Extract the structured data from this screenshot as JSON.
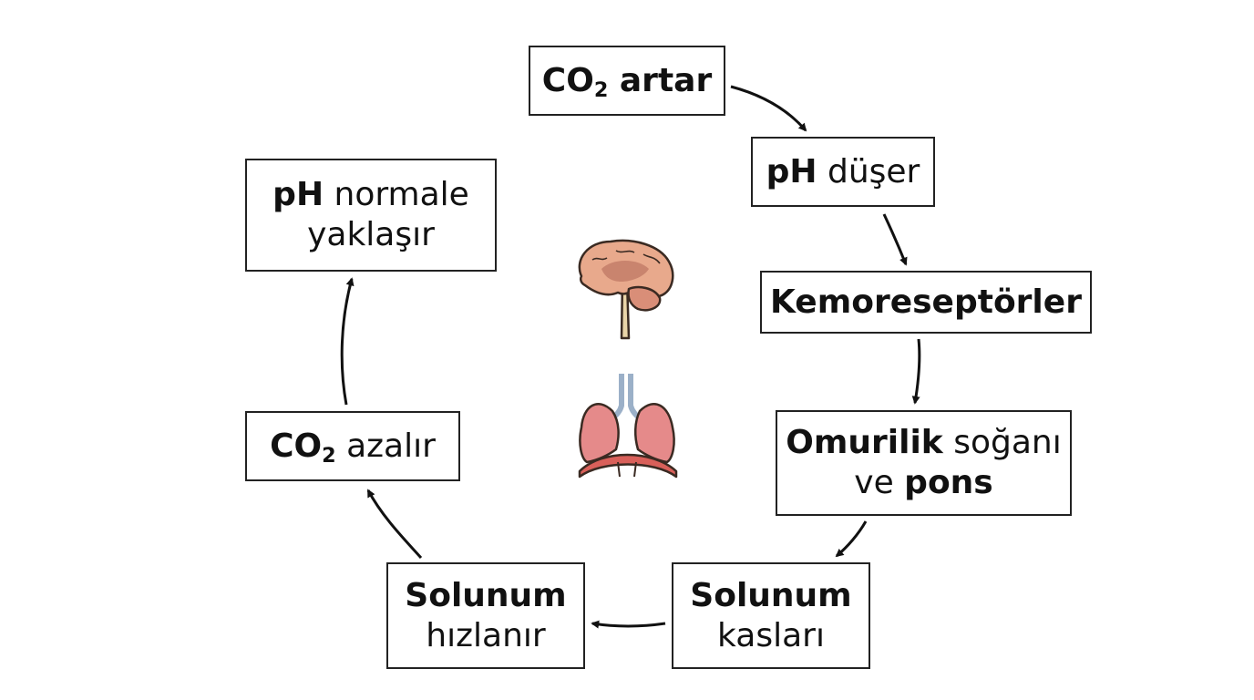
{
  "nodes": {
    "co2_increases": {
      "bold": "CO",
      "sub": "2",
      "rest": " artar"
    },
    "ph_drops": {
      "bold": "pH",
      "rest": " düşer"
    },
    "chemoreceptors": {
      "bold": "Kemoreseptörler"
    },
    "medulla_pons": {
      "bold": "Omurilik",
      "rest": " soğanı",
      "line2_pre": "ve ",
      "line2_bold": "pons"
    },
    "respiratory_muscles": {
      "line1": "Solunum",
      "line2": "kasları"
    },
    "breathing_faster": {
      "line1": "Solunum",
      "line2": "hızlanır"
    },
    "co2_decreases": {
      "bold": "CO",
      "sub": "2",
      "rest": " azalır"
    },
    "ph_normal": {
      "bold": "pH",
      "rest": " normale",
      "line2": "yaklaşır"
    }
  },
  "icons": [
    "brain-icon",
    "lungs-icon"
  ],
  "colors": {
    "stroke": "#222222",
    "brain": "#e8a98c",
    "brainstem": "#e9d4a8",
    "lungs": "#e58a8a",
    "diaphragm": "#d9605a",
    "trachea": "#9bb0c8"
  }
}
